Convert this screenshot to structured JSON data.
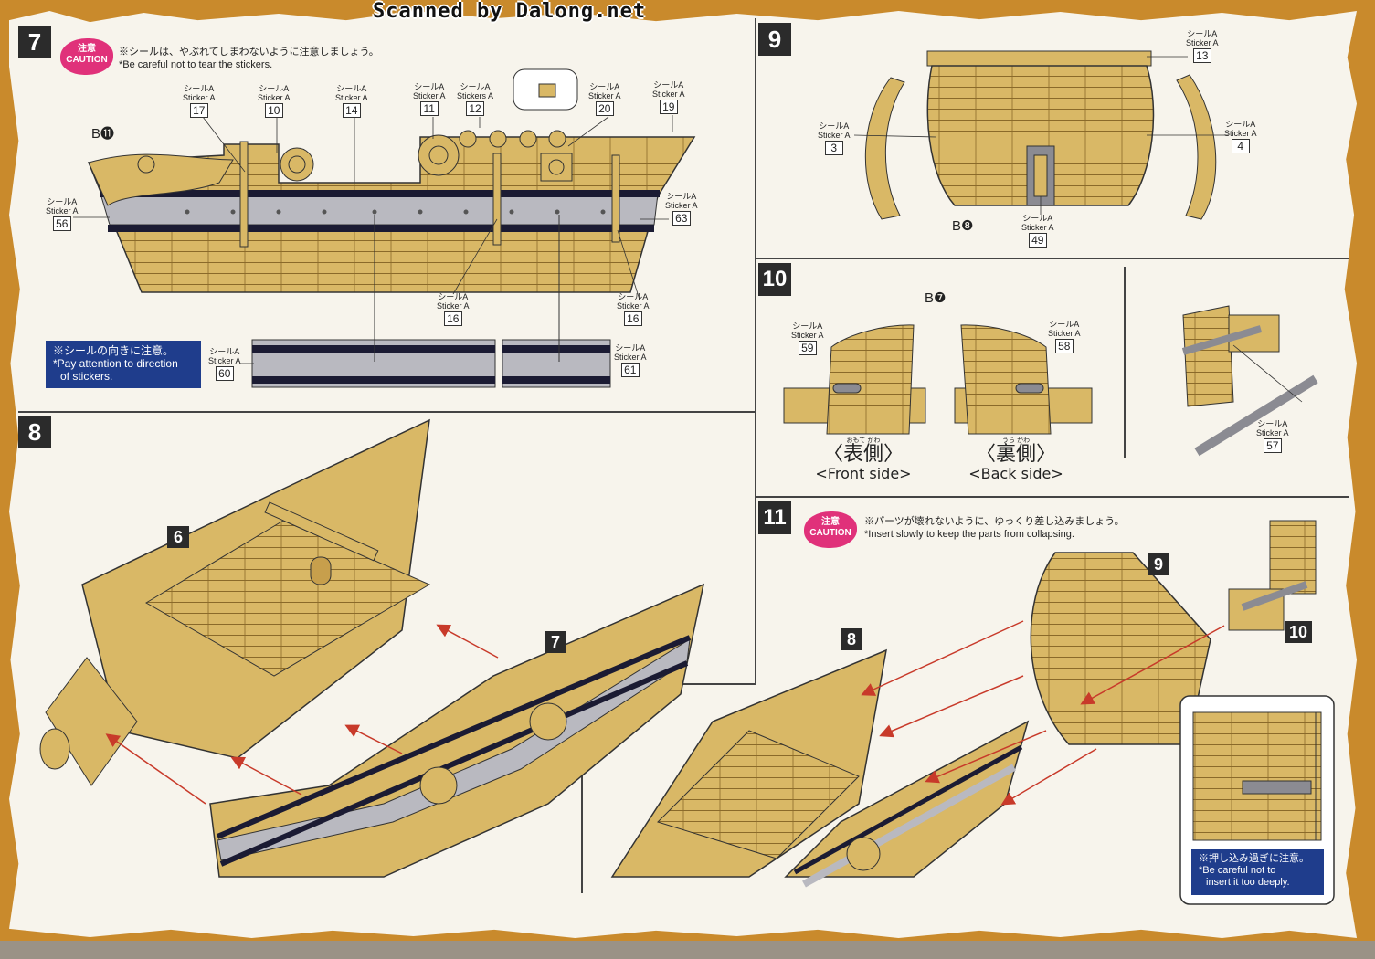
{
  "watermark": "Scanned by Dalong.net",
  "colors": {
    "frame": "#c98a2c",
    "wood": "#d9b866",
    "caution": "#e0317a",
    "note_blue": "#1f3d8c",
    "arrow": "#c83a2a"
  },
  "steps": {
    "s7": {
      "number": "7",
      "caution": {
        "jp": "注意",
        "en": "CAUTION"
      },
      "note_jp": "※シールは、やぶれてしまわないように注意しましょう。",
      "note_en": "*Be careful not to tear the stickers.",
      "part_ref": "B⓫",
      "blue_jp": "※シールの向きに注意。",
      "blue_en1": "*Pay attention to direction",
      "blue_en2": "of stickers.",
      "stickers": [
        {
          "jp": "シールA",
          "en": "Sticker A",
          "n": "17"
        },
        {
          "jp": "シールA",
          "en": "Sticker A",
          "n": "10"
        },
        {
          "jp": "シールA",
          "en": "Sticker A",
          "n": "14"
        },
        {
          "jp": "シールA",
          "en": "Sticker A",
          "n": "11"
        },
        {
          "jp": "シールA",
          "en": "Stickers A",
          "n": "12"
        },
        {
          "jp": "シールA",
          "en": "Sticker A",
          "n": "20"
        },
        {
          "jp": "シールA",
          "en": "Sticker A",
          "n": "19"
        },
        {
          "jp": "シールA",
          "en": "Sticker A",
          "n": "56"
        },
        {
          "jp": "シールA",
          "en": "Sticker A",
          "n": "63"
        },
        {
          "jp": "シールA",
          "en": "Sticker A",
          "n": "16"
        },
        {
          "jp": "シールA",
          "en": "Sticker A",
          "n": "16"
        },
        {
          "jp": "シールA",
          "en": "Sticker A",
          "n": "60"
        },
        {
          "jp": "シールA",
          "en": "Sticker A",
          "n": "61"
        }
      ]
    },
    "s8": {
      "number": "8",
      "tags": [
        "6",
        "7"
      ]
    },
    "s9": {
      "number": "9",
      "part_ref": "B❽",
      "stickers": [
        {
          "jp": "シールA",
          "en": "Sticker A",
          "n": "13"
        },
        {
          "jp": "シールA",
          "en": "Sticker A",
          "n": "3"
        },
        {
          "jp": "シールA",
          "en": "Sticker A",
          "n": "4"
        },
        {
          "jp": "シールA",
          "en": "Sticker A",
          "n": "49"
        }
      ]
    },
    "s10": {
      "number": "10",
      "part_ref": "B❼",
      "front_jp": "〈表側〉",
      "front_ruby": "おもて がわ",
      "front_en": "<Front side>",
      "back_jp": "〈裏側〉",
      "back_ruby": "うら がわ",
      "back_en": "<Back side>",
      "stickers": [
        {
          "jp": "シールA",
          "en": "Sticker A",
          "n": "59"
        },
        {
          "jp": "シールA",
          "en": "Sticker A",
          "n": "58"
        },
        {
          "jp": "シールA",
          "en": "Sticker A",
          "n": "57"
        }
      ]
    },
    "s11": {
      "number": "11",
      "caution": {
        "jp": "注意",
        "en": "CAUTION"
      },
      "note_jp": "※パーツが壊れないように、ゆっくり差し込みましょう。",
      "note_en": "*Insert slowly to keep the parts from collapsing.",
      "tags": [
        "9",
        "8",
        "10"
      ],
      "blue_jp": "※押し込み過ぎに注意。",
      "blue_en1": "*Be careful not to",
      "blue_en2": "insert it too deeply."
    }
  }
}
